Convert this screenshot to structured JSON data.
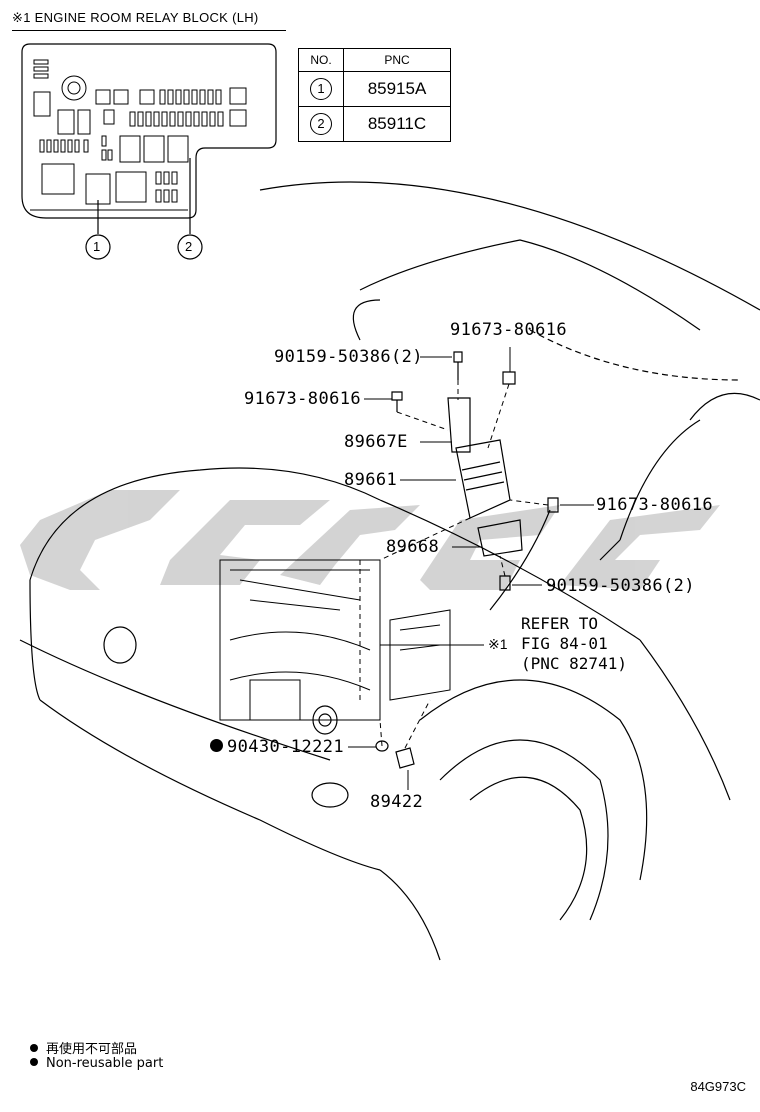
{
  "relay_block": {
    "title": "※1 ENGINE ROOM RELAY BLOCK (LH)",
    "callouts": [
      "1",
      "2"
    ]
  },
  "pnc_table": {
    "headers": [
      "NO.",
      "PNC"
    ],
    "rows": [
      {
        "no": "1",
        "pnc": "85915A"
      },
      {
        "no": "2",
        "pnc": "85911C"
      }
    ]
  },
  "part_labels": {
    "p1": "91673-80616",
    "p2": "90159-50386(2)",
    "p3": "91673-80616",
    "p4": "89667E",
    "p5": "89661",
    "p6": "91673-80616",
    "p7": "89668",
    "p8": "90159-50386(2)",
    "p9": "90430-12221",
    "p10": "89422"
  },
  "refer_note": {
    "line1": "REFER TO",
    "line2": "FIG 84-01",
    "line3": "(PNC 82741)",
    "marker": "※1"
  },
  "legend": {
    "line1": "再使用不可部品",
    "line2": "Non-reusable part"
  },
  "diagram_code": "84G973C",
  "colors": {
    "line": "#000000",
    "watermark": "#c8c8c8"
  }
}
